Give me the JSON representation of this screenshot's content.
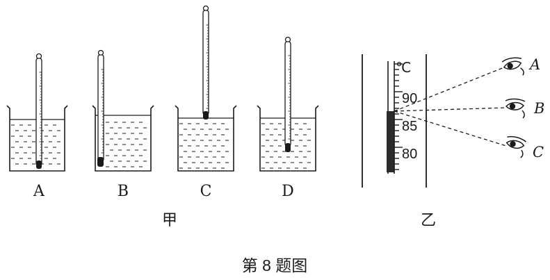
{
  "jia": {
    "beaker_labels": [
      "A",
      "B",
      "C",
      "D"
    ],
    "caption": "甲"
  },
  "yi": {
    "unit": "℃",
    "ticks": [
      "90",
      "85",
      "80"
    ],
    "eye_labels": [
      "A",
      "B",
      "C"
    ],
    "caption": "乙"
  },
  "figure_caption": "第 8 题图",
  "colors": {
    "ink": "#1a1a1a",
    "mercury": "#2b2b2b"
  }
}
